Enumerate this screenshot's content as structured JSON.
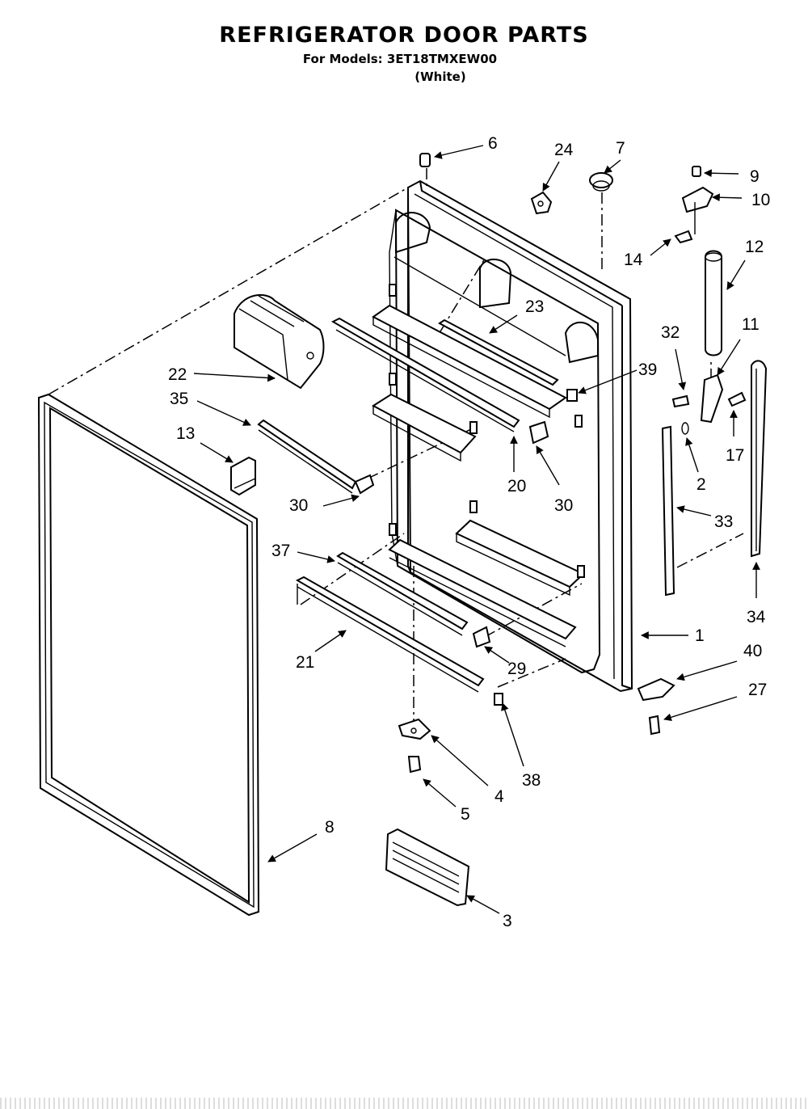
{
  "header": {
    "title": "REFRIGERATOR DOOR PARTS",
    "model_line": "For Models: 3ET18TMXEW00",
    "color_line": "(White)"
  },
  "callouts": {
    "c1": "1",
    "c2": "2",
    "c3": "3",
    "c4": "4",
    "c5": "5",
    "c6": "6",
    "c7": "7",
    "c8": "8",
    "c9": "9",
    "c10": "10",
    "c11": "11",
    "c12": "12",
    "c13": "13",
    "c14": "14",
    "c17": "17",
    "c20": "20",
    "c21": "21",
    "c22": "22",
    "c23": "23",
    "c24": "24",
    "c27": "27",
    "c29": "29",
    "c30a": "30",
    "c30b": "30",
    "c32": "32",
    "c33": "33",
    "c34": "34",
    "c35": "35",
    "c37": "37",
    "c38": "38",
    "c39": "39",
    "c40": "40"
  }
}
